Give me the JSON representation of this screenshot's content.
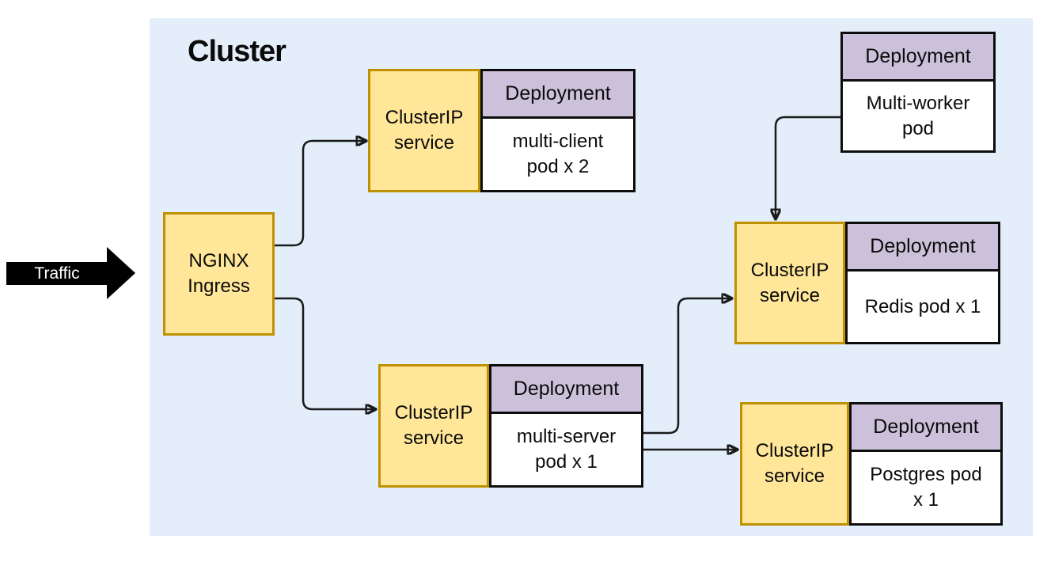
{
  "cluster": {
    "label": "Cluster"
  },
  "traffic": {
    "label": "Traffic"
  },
  "nodes": {
    "ingress": {
      "label": "NGINX\nIngress"
    },
    "client": {
      "service": "ClusterIP\nservice",
      "header": "Deployment",
      "body": "multi-client\npod x 2"
    },
    "worker": {
      "header": "Deployment",
      "body": "Multi-worker\npod"
    },
    "redis": {
      "service": "ClusterIP\nservice",
      "header": "Deployment",
      "body": "Redis pod x 1"
    },
    "server": {
      "service": "ClusterIP\nservice",
      "header": "Deployment",
      "body": "multi-server\npod x 1"
    },
    "postgres": {
      "service": "ClusterIP\nservice",
      "header": "Deployment",
      "body": "Postgres pod\nx 1"
    }
  },
  "edges": [
    {
      "from": "nginx-ingress",
      "to": "multi-client-clusterip-service"
    },
    {
      "from": "nginx-ingress",
      "to": "multi-server-clusterip-service"
    },
    {
      "from": "multi-worker-deployment",
      "to": "redis-clusterip-service"
    },
    {
      "from": "multi-server-deployment",
      "to": "redis-clusterip-service"
    },
    {
      "from": "multi-server-deployment",
      "to": "postgres-clusterip-service"
    }
  ],
  "colors": {
    "cluster-bg": "#e3eefa",
    "service-fill": "#ffe699",
    "service-border": "#bf9000",
    "deployment-header-fill": "#ccc1da",
    "deployment-body-fill": "#ffffff",
    "deployment-border": "#0d0d0d",
    "connector": "#1a1a1a",
    "traffic-fill": "#000000",
    "traffic-text": "#ffffff"
  }
}
